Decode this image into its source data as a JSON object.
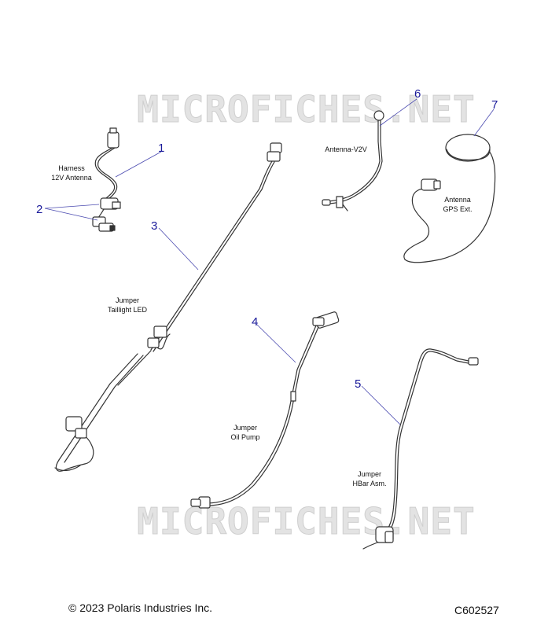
{
  "watermark": "MICROFICHES.NET",
  "callouts": [
    "1",
    "2",
    "3",
    "4",
    "5",
    "6",
    "7"
  ],
  "labels": {
    "harness_12v_antenna": "Harness\n12V Antenna",
    "jumper_taillight_led": "Jumper\nTaillight LED",
    "antenna_v2v": "Antenna-V2V",
    "antenna_gps_ext": "Antenna\nGPS Ext.",
    "jumper_oil_pump": "Jumper\nOil Pump",
    "jumper_hbar_asm": "Jumper\nHBar Asm."
  },
  "footer": {
    "copyright": "© 2023 Polaris Industries Inc.",
    "diagram_code": "C602527"
  },
  "colors": {
    "callout_number": "#1a1a9a",
    "leader_line": "#4a4ab0",
    "part_outline": "#333333",
    "watermark": "#e3e3e3"
  }
}
